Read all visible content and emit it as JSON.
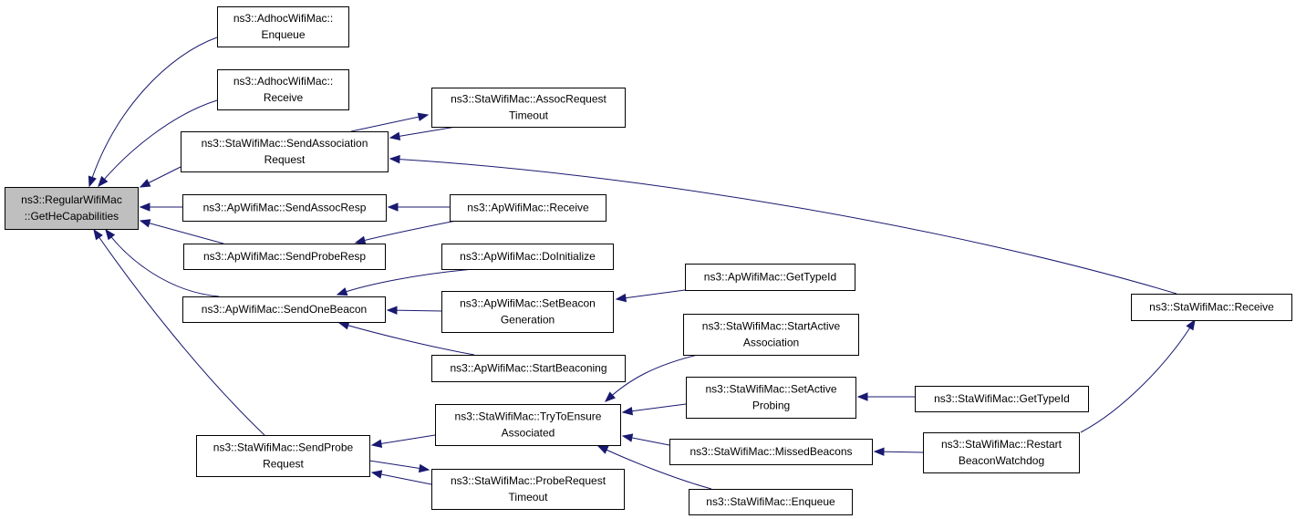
{
  "nodes": [
    {
      "id": "root",
      "lines": [
        "ns3::RegularWifiMac",
        "::GetHeCapabilities"
      ],
      "root": true
    },
    {
      "id": "adhoc_enqueue",
      "lines": [
        "ns3::AdhocWifiMac::",
        "Enqueue"
      ]
    },
    {
      "id": "adhoc_receive",
      "lines": [
        "ns3::AdhocWifiMac::",
        "Receive"
      ]
    },
    {
      "id": "sta_send_assoc",
      "lines": [
        "ns3::StaWifiMac::SendAssociation",
        "Request"
      ]
    },
    {
      "id": "sta_assoc_timeout",
      "lines": [
        "ns3::StaWifiMac::AssocRequest",
        "Timeout"
      ]
    },
    {
      "id": "ap_send_assoc_resp",
      "lines": [
        "ns3::ApWifiMac::SendAssocResp"
      ]
    },
    {
      "id": "ap_receive",
      "lines": [
        "ns3::ApWifiMac::Receive"
      ]
    },
    {
      "id": "ap_send_probe_resp",
      "lines": [
        "ns3::ApWifiMac::SendProbeResp"
      ]
    },
    {
      "id": "ap_doinit",
      "lines": [
        "ns3::ApWifiMac::DoInitialize"
      ]
    },
    {
      "id": "ap_gettypeid",
      "lines": [
        "ns3::ApWifiMac::GetTypeId"
      ]
    },
    {
      "id": "ap_send_one_beacon",
      "lines": [
        "ns3::ApWifiMac::SendOneBeacon"
      ]
    },
    {
      "id": "ap_set_beacon_gen",
      "lines": [
        "ns3::ApWifiMac::SetBeacon",
        "Generation"
      ]
    },
    {
      "id": "ap_start_beaconing",
      "lines": [
        "ns3::ApWifiMac::StartBeaconing"
      ]
    },
    {
      "id": "sta_receive",
      "lines": [
        "ns3::StaWifiMac::Receive"
      ]
    },
    {
      "id": "sta_start_active",
      "lines": [
        "ns3::StaWifiMac::StartActive",
        "Association"
      ]
    },
    {
      "id": "sta_set_active_probing",
      "lines": [
        "ns3::StaWifiMac::SetActive",
        "Probing"
      ]
    },
    {
      "id": "sta_gettypeid",
      "lines": [
        "ns3::StaWifiMac::GetTypeId"
      ]
    },
    {
      "id": "sta_try_ensure",
      "lines": [
        "ns3::StaWifiMac::TryToEnsure",
        "Associated"
      ]
    },
    {
      "id": "sta_send_probe",
      "lines": [
        "ns3::StaWifiMac::SendProbe",
        "Request"
      ]
    },
    {
      "id": "sta_missed_beacons",
      "lines": [
        "ns3::StaWifiMac::MissedBeacons"
      ]
    },
    {
      "id": "sta_restart_beacon",
      "lines": [
        "ns3::StaWifiMac::Restart",
        "BeaconWatchdog"
      ]
    },
    {
      "id": "sta_probe_timeout",
      "lines": [
        "ns3::StaWifiMac::ProbeRequest",
        "Timeout"
      ]
    },
    {
      "id": "sta_enqueue",
      "lines": [
        "ns3::StaWifiMac::Enqueue"
      ]
    }
  ],
  "edges": [
    {
      "from": "adhoc_enqueue",
      "to": "root"
    },
    {
      "from": "adhoc_receive",
      "to": "root"
    },
    {
      "from": "sta_send_assoc",
      "to": "root"
    },
    {
      "from": "ap_send_assoc_resp",
      "to": "root"
    },
    {
      "from": "ap_send_probe_resp",
      "to": "root"
    },
    {
      "from": "ap_send_one_beacon",
      "to": "root"
    },
    {
      "from": "sta_send_probe",
      "to": "root"
    },
    {
      "from": "sta_send_assoc",
      "to": "sta_assoc_timeout"
    },
    {
      "from": "sta_assoc_timeout",
      "to": "sta_send_assoc"
    },
    {
      "from": "sta_receive",
      "to": "sta_send_assoc"
    },
    {
      "from": "ap_receive",
      "to": "ap_send_assoc_resp"
    },
    {
      "from": "ap_receive",
      "to": "ap_send_probe_resp"
    },
    {
      "from": "ap_doinit",
      "to": "ap_send_one_beacon"
    },
    {
      "from": "ap_set_beacon_gen",
      "to": "ap_send_one_beacon"
    },
    {
      "from": "ap_start_beaconing",
      "to": "ap_send_one_beacon"
    },
    {
      "from": "ap_gettypeid",
      "to": "ap_set_beacon_gen"
    },
    {
      "from": "sta_restart_beacon",
      "to": "sta_receive"
    },
    {
      "from": "sta_start_active",
      "to": "sta_try_ensure"
    },
    {
      "from": "sta_set_active_probing",
      "to": "sta_try_ensure"
    },
    {
      "from": "sta_missed_beacons",
      "to": "sta_try_ensure"
    },
    {
      "from": "sta_enqueue",
      "to": "sta_try_ensure"
    },
    {
      "from": "sta_gettypeid",
      "to": "sta_set_active_probing"
    },
    {
      "from": "sta_restart_beacon",
      "to": "sta_missed_beacons"
    },
    {
      "from": "sta_try_ensure",
      "to": "sta_send_probe"
    },
    {
      "from": "sta_send_probe",
      "to": "sta_probe_timeout"
    },
    {
      "from": "sta_probe_timeout",
      "to": "sta_send_probe"
    }
  ]
}
